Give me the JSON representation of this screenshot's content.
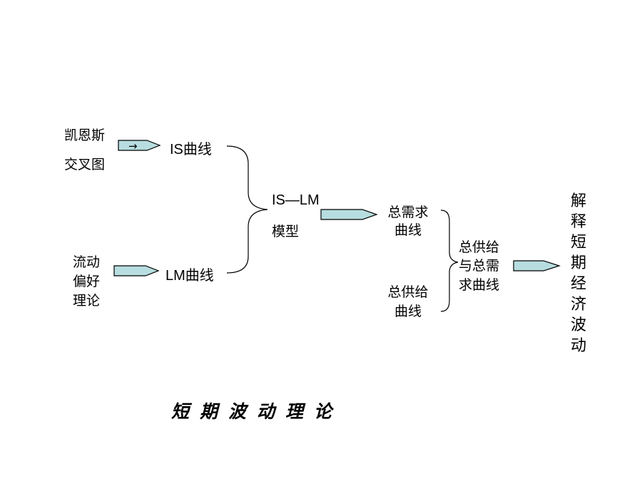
{
  "colors": {
    "arrow_fill": "#b7dde0",
    "stroke": "#000000"
  },
  "nodes": {
    "keynes_cross": {
      "line1": "凯恩斯",
      "line2": "交叉图",
      "inner_arrow": "→"
    },
    "is_curve": "IS曲线",
    "liquidity_pref": {
      "line1": "流动",
      "line2": "偏好",
      "line3": "理论"
    },
    "lm_curve": "LM曲线",
    "islm_model": {
      "line1": "IS—LM",
      "line2": "模型"
    },
    "ad_curve": {
      "line1": "总需求",
      "line2": "曲线"
    },
    "as_curve": {
      "line1": "总供给",
      "line2": "曲线"
    },
    "as_ad": {
      "line1": "总供给",
      "line2": "与总需",
      "line3": "求曲线"
    },
    "result": "解释短期经济波动"
  },
  "title": "短期波动理论"
}
